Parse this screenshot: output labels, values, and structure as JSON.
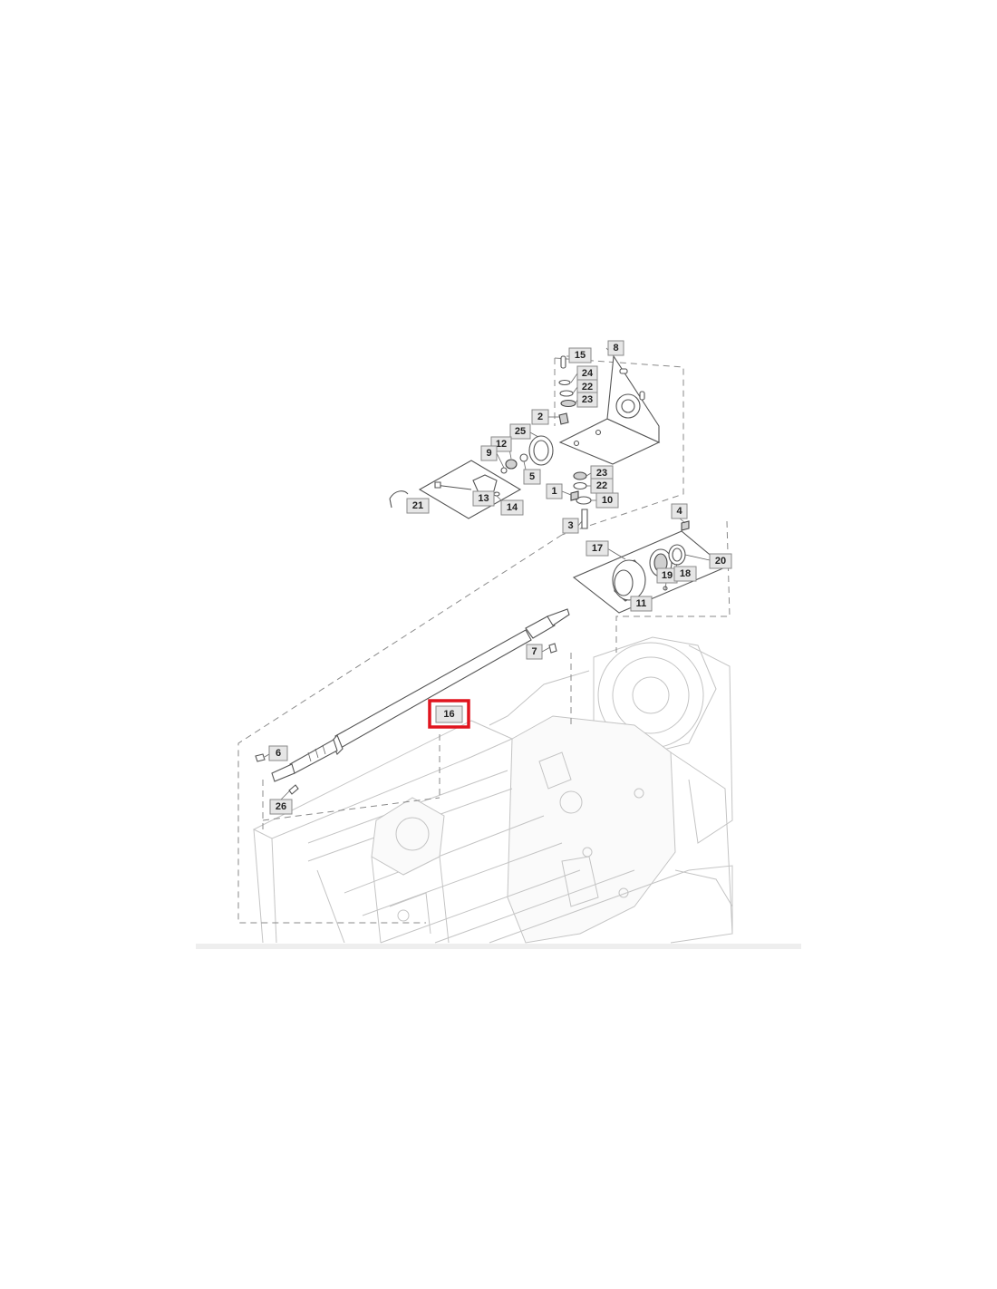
{
  "diagram": {
    "highlight_color": "#e0141e",
    "highlighted_part": "16",
    "callouts": [
      {
        "label": "15"
      },
      {
        "label": "8"
      },
      {
        "label": "24"
      },
      {
        "label": "22"
      },
      {
        "label": "23"
      },
      {
        "label": "2"
      },
      {
        "label": "25"
      },
      {
        "label": "12"
      },
      {
        "label": "9"
      },
      {
        "label": "5"
      },
      {
        "label": "13"
      },
      {
        "label": "14"
      },
      {
        "label": "21"
      },
      {
        "label": "23"
      },
      {
        "label": "22"
      },
      {
        "label": "1"
      },
      {
        "label": "10"
      },
      {
        "label": "3"
      },
      {
        "label": "4"
      },
      {
        "label": "17"
      },
      {
        "label": "20"
      },
      {
        "label": "19"
      },
      {
        "label": "18"
      },
      {
        "label": "11"
      },
      {
        "label": "7"
      },
      {
        "label": "16"
      },
      {
        "label": "6"
      },
      {
        "label": "26"
      }
    ]
  }
}
